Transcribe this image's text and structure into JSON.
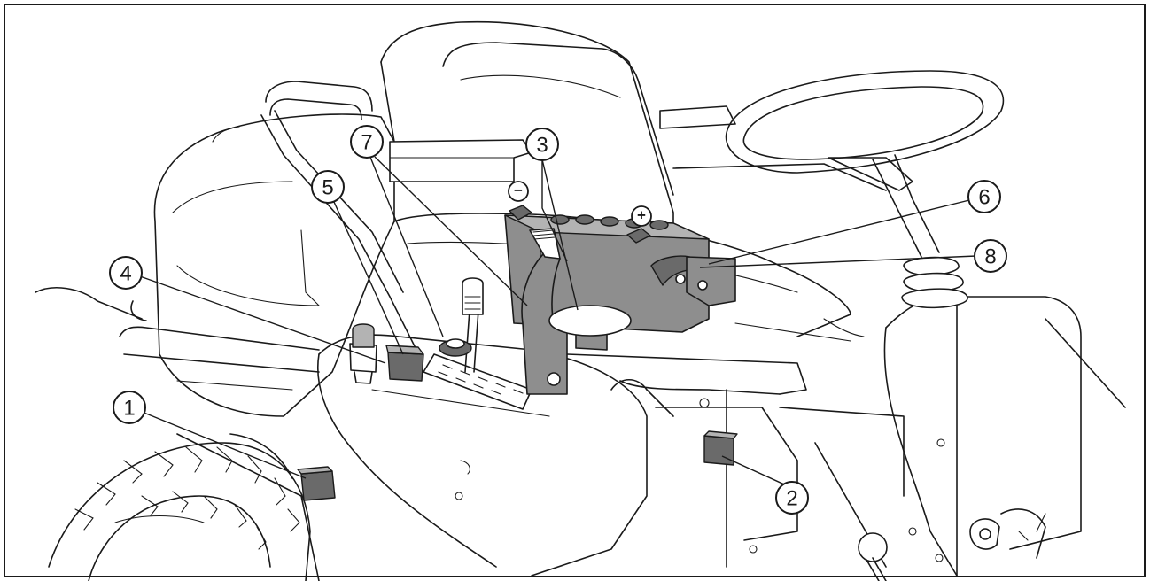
{
  "callouts": [
    {
      "id": "1",
      "label": "1"
    },
    {
      "id": "2",
      "label": "2"
    },
    {
      "id": "3",
      "label": "3"
    },
    {
      "id": "4",
      "label": "4"
    },
    {
      "id": "5",
      "label": "5"
    },
    {
      "id": "6",
      "label": "6"
    },
    {
      "id": "7",
      "label": "7"
    },
    {
      "id": "8",
      "label": "8"
    }
  ],
  "terminals": {
    "negative": "−",
    "positive": "+"
  },
  "colors": {
    "line": "#1a1a1a",
    "component_fill": "#8e8e8e",
    "background": "#ffffff"
  }
}
